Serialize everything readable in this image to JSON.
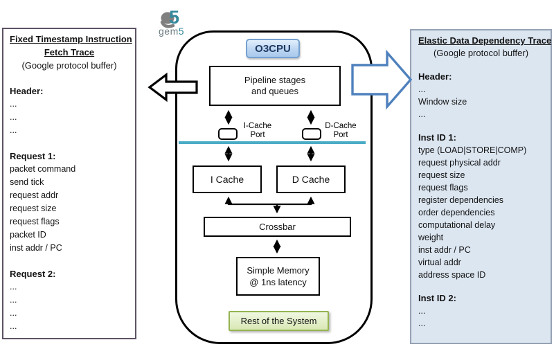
{
  "colors": {
    "membus_teal": "#4BACC6",
    "right_arrow_blue": "#4F81BD",
    "cpu_badge_fill": "#BDD6F2",
    "cpu_badge_border": "#75A1D0",
    "rest_green_fill": "#D9E8B5",
    "rest_green_border": "#94B450",
    "left_panel_border": "#5D5264",
    "right_panel_bg": "#DCE6F1"
  },
  "logo": {
    "glyph_five": "5",
    "text_gem": "gem",
    "text_five": "5"
  },
  "left_panel": {
    "lines": [
      "Fixed Timestamp Instruction",
      "Fetch Trace",
      "(Google protocol buffer)",
      "Header:",
      "...",
      "...",
      "...",
      "Request 1:",
      "packet command",
      "send tick",
      "request addr",
      "request size",
      "request flags",
      "packet ID",
      "inst addr / PC",
      "Request 2:",
      "...",
      "...",
      "...",
      "..."
    ]
  },
  "right_panel": {
    "lines": [
      "Elastic Data Dependency Trace",
      "(Google protocol buffer)",
      "Header:",
      "...",
      "Window size",
      "...",
      "Inst ID 1:",
      "type (LOAD|STORE|COMP)",
      "request physical addr",
      "request size",
      "request flags",
      "register dependencies",
      "order dependencies",
      "computational delay",
      "weight",
      "inst addr / PC",
      "virtual addr",
      "address space ID",
      "Inst ID 2:",
      "...",
      "..."
    ]
  },
  "diagram": {
    "cpu_label": "O3CPU",
    "pipeline_line1": "Pipeline stages",
    "pipeline_line2": "and queues",
    "icache_port_line1": "I-Cache",
    "icache_port_line2": "Port",
    "dcache_port_line1": "D-Cache",
    "dcache_port_line2": "Port",
    "icache_label": "I Cache",
    "dcache_label": "D Cache",
    "crossbar_label": "Crossbar",
    "memory_line1": "Simple Memory",
    "memory_line2": "@ 1ns latency",
    "rest_label": "Rest of the System"
  }
}
